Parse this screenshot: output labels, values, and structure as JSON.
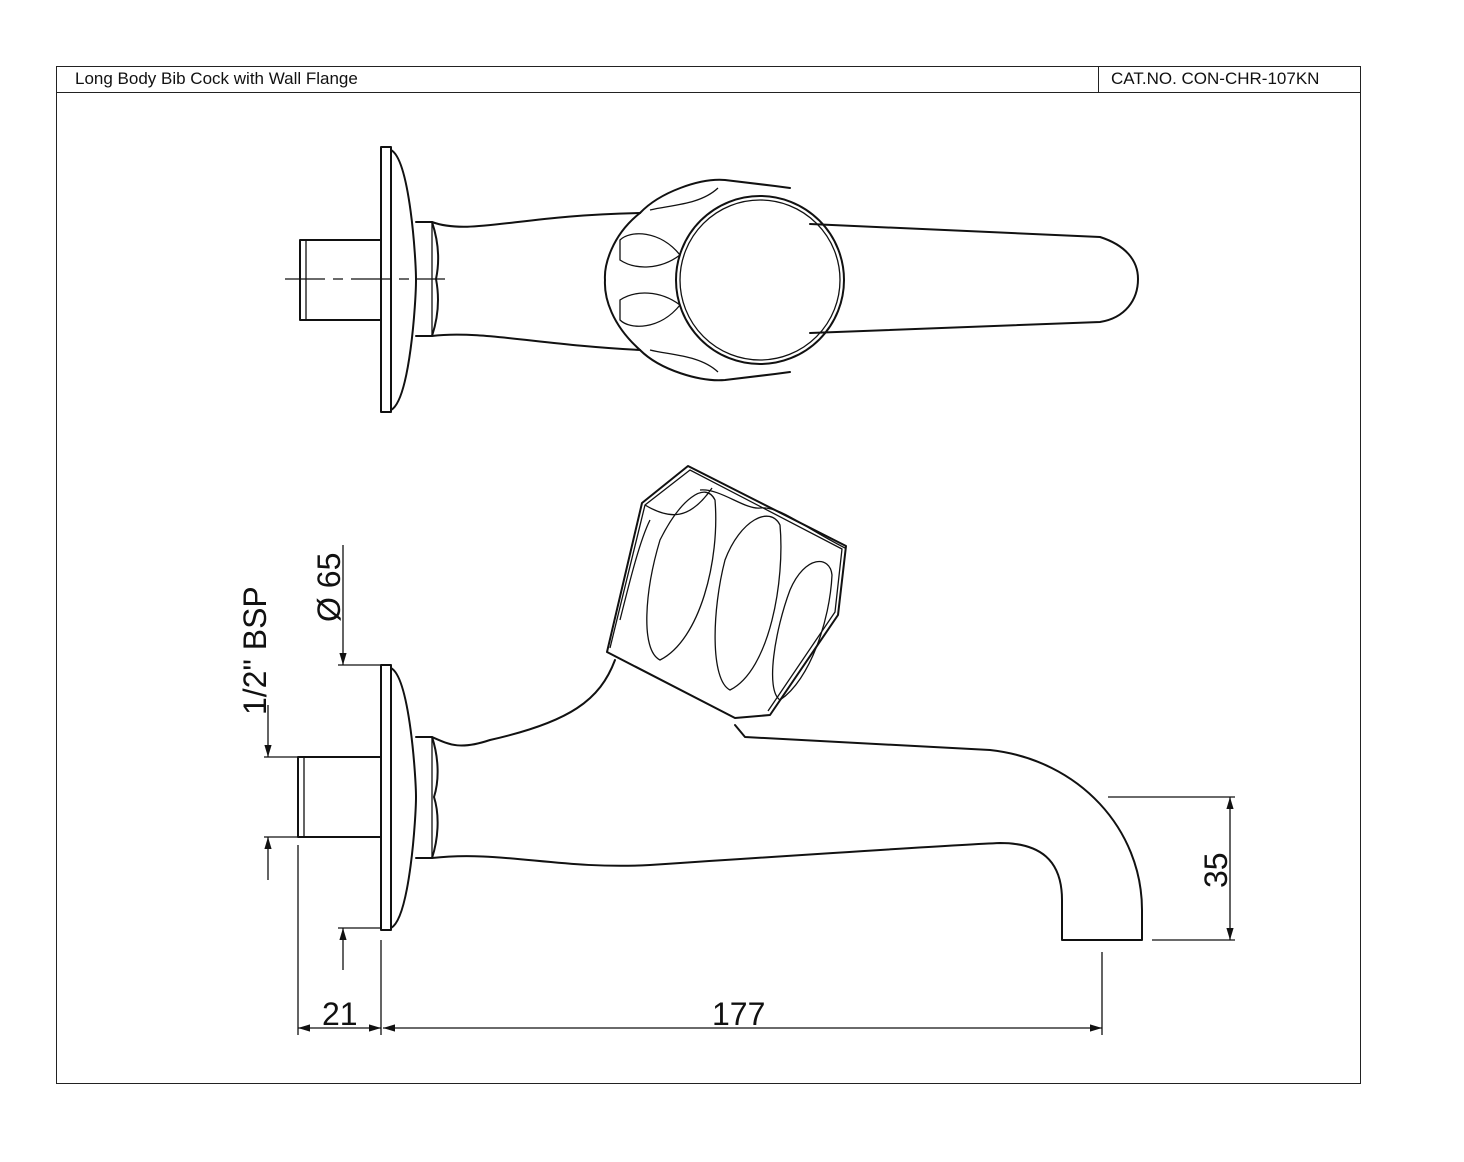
{
  "title_block": {
    "title": "Long Body Bib Cock with Wall Flange",
    "catalog_number": "CAT.NO. CON-CHR-107KN"
  },
  "dimensions": {
    "thread": "1/2\" BSP",
    "flange_diameter": "Ø 65",
    "spout_drop": "35",
    "thread_length": "21",
    "projection": "177"
  },
  "colors": {
    "line": "#111111",
    "background": "#ffffff"
  }
}
